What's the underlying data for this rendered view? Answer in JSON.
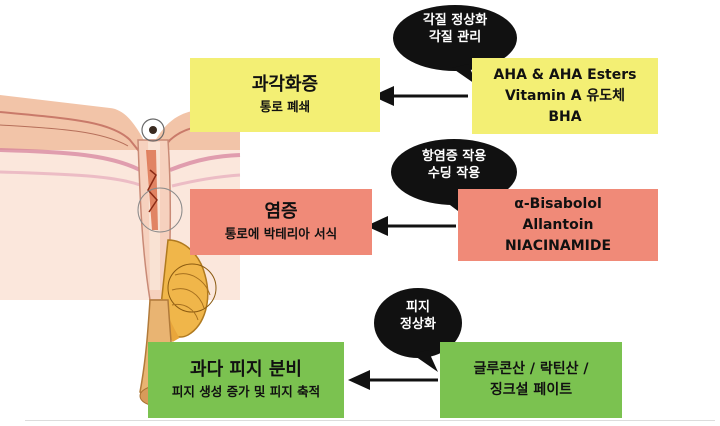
{
  "problems": [
    {
      "title": "과각화증",
      "subtitle": "통로 폐쇄",
      "color": "#f3ef74"
    },
    {
      "title": "염증",
      "subtitle": "통로에 박테리아 서식",
      "color": "#f08a78"
    },
    {
      "title": "과다 피지 분비",
      "subtitle": "피지 생성 증가 및 피지 축적",
      "color": "#7bc250"
    }
  ],
  "solutions": [
    {
      "lines": [
        "AHA & AHA Esters",
        "Vitamin A 유도체",
        "BHA"
      ]
    },
    {
      "lines": [
        "α-Bisabolol",
        "Allantoin",
        "NIACINAMIDE"
      ]
    },
    {
      "lines": [
        "글루콘산 / 락틴산 /",
        "징크설 페이트"
      ]
    }
  ],
  "bubbles": [
    {
      "lines": [
        "각질 정상화",
        "각질 관리"
      ]
    },
    {
      "lines": [
        "항염증 작용",
        "수딩 작용"
      ]
    },
    {
      "lines": [
        "피지",
        "정상화"
      ]
    }
  ],
  "illustration": {
    "subject": "skin-pore-cross-section-icon"
  }
}
